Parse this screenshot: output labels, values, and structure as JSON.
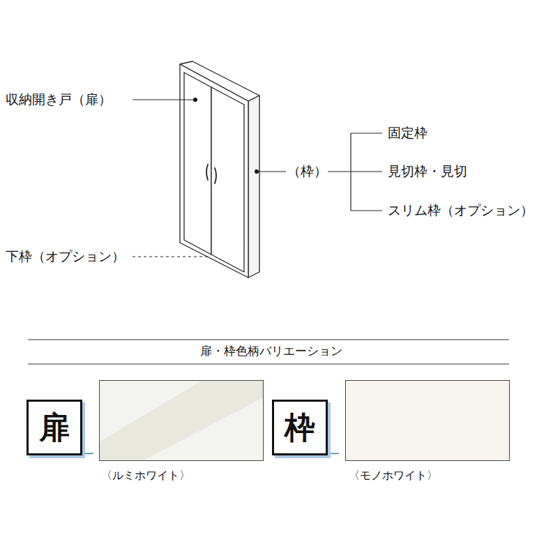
{
  "diagram": {
    "nodes": [
      {
        "text": [
          "扉"
        ]
      },
      {
        "text": [
          "枠"
        ]
      }
    ],
    "labels": [
      "収納開き戸（扉）",
      "（枠）",
      "固定枠",
      "見切枠・見切",
      "スリム枠（オプション）",
      "下枠（オプション）",
      "扉・枠色柄バリエーション"
    ],
    "legend": [
      {
        "text": "〈ルミホワイト〉",
        "color": "#f3f3ef"
      },
      {
        "text": "〈モノホワイト〉",
        "color": "#f7f5ee"
      }
    ]
  }
}
